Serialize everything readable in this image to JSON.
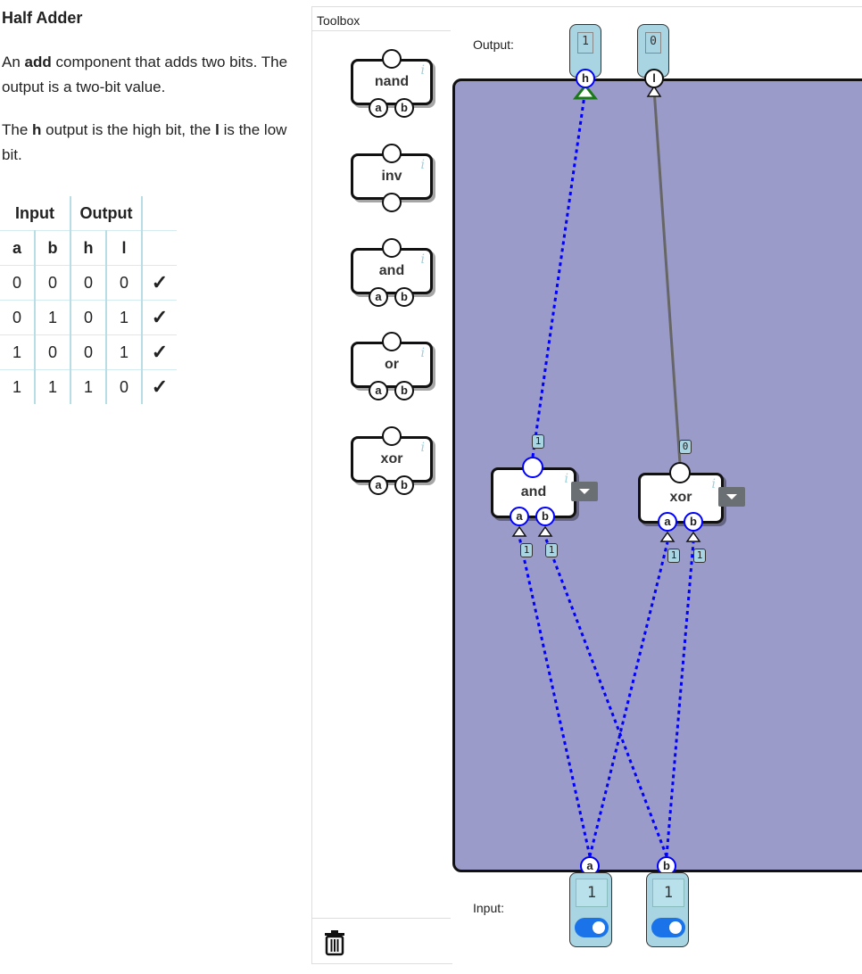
{
  "description": {
    "title": "Half Adder",
    "p1_pre": "An ",
    "p1_bold": "add",
    "p1_post": " component that adds two bits. The output is a two-bit value.",
    "p2_pre": "The ",
    "p2_b1": "h",
    "p2_mid": " output is the high bit, the ",
    "p2_b2": "l",
    "p2_post": " is the low bit."
  },
  "truth_table": {
    "group_input": "Input",
    "group_output": "Output",
    "cols": [
      "a",
      "b",
      "h",
      "l"
    ],
    "rows": [
      [
        "0",
        "0",
        "0",
        "0"
      ],
      [
        "0",
        "1",
        "0",
        "1"
      ],
      [
        "1",
        "0",
        "0",
        "1"
      ],
      [
        "1",
        "1",
        "1",
        "0"
      ]
    ],
    "check": "✓"
  },
  "toolbox": {
    "header": "Toolbox",
    "items": [
      {
        "name": "nand",
        "info": "i",
        "pins": [
          "a",
          "b"
        ]
      },
      {
        "name": "inv",
        "info": "i",
        "pins": []
      },
      {
        "name": "and",
        "info": "i",
        "pins": [
          "a",
          "b"
        ]
      },
      {
        "name": "or",
        "info": "i",
        "pins": [
          "a",
          "b"
        ]
      },
      {
        "name": "xor",
        "info": "i",
        "pins": [
          "a",
          "b"
        ]
      }
    ]
  },
  "circuit": {
    "output_label": "Output:",
    "input_label": "Input:",
    "outputs": [
      {
        "pin": "h",
        "value": "1"
      },
      {
        "pin": "l",
        "value": "0"
      }
    ],
    "inputs": [
      {
        "pin": "a",
        "value": "1"
      },
      {
        "pin": "b",
        "value": "1"
      }
    ],
    "gates": [
      {
        "name": "and",
        "info": "i",
        "pins": [
          "a",
          "b"
        ],
        "out_value": "1",
        "in_values": [
          "1",
          "1"
        ]
      },
      {
        "name": "xor",
        "info": "i",
        "pins": [
          "a",
          "b"
        ],
        "out_value": "0",
        "in_values": [
          "1",
          "1"
        ]
      }
    ]
  },
  "colors": {
    "board": "#9b9bc9",
    "active_wire": "#0000ff",
    "inactive_wire": "#666666",
    "value_label": "#a9d5e3",
    "toggle_on": "#1a73e8"
  },
  "icons": {
    "trash": "trash-icon"
  }
}
